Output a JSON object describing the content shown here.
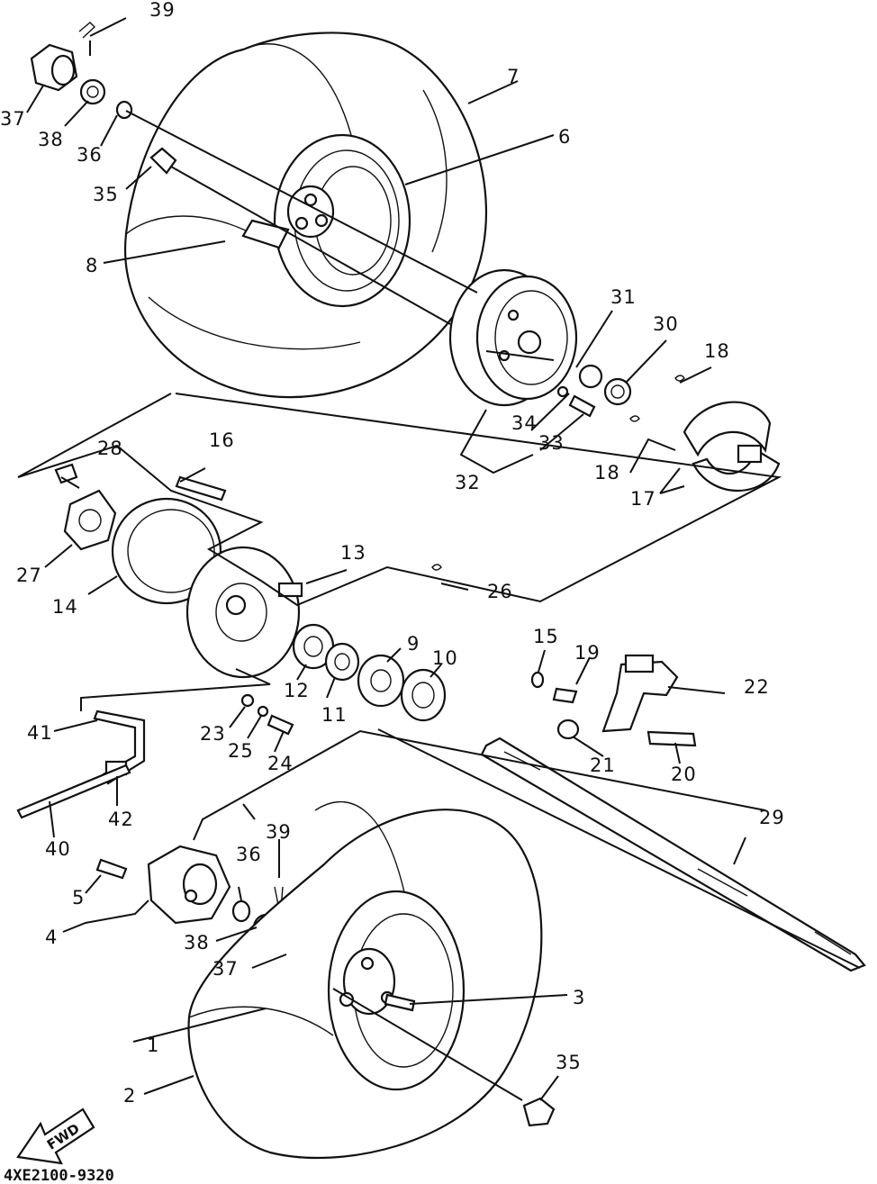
{
  "labels": {
    "p1": "1",
    "p2": "2",
    "p3": "3",
    "p4": "4",
    "p5": "5",
    "p6": "6",
    "p7": "7",
    "p8": "8",
    "p9": "9",
    "p10": "10",
    "p11": "11",
    "p12": "12",
    "p13": "13",
    "p14": "14",
    "p15": "15",
    "p16": "16",
    "p17": "17",
    "p18a": "18",
    "p18b": "18",
    "p19": "19",
    "p20": "20",
    "p21": "21",
    "p22": "22",
    "p23": "23",
    "p24": "24",
    "p25": "25",
    "p26": "26",
    "p27": "27",
    "p28": "28",
    "p29": "29",
    "p30": "30",
    "p31": "31",
    "p32": "32",
    "p33": "33",
    "p34": "34",
    "p35a": "35",
    "p35b": "35",
    "p36a": "36",
    "p36b": "36",
    "p37a": "37",
    "p37b": "37",
    "p38a": "38",
    "p38b": "38",
    "p39a": "39",
    "p39b": "39",
    "p40": "40",
    "p41": "41",
    "p42": "42"
  },
  "direction_badge": "FWD",
  "diagram_code": "4XE2100-9320"
}
